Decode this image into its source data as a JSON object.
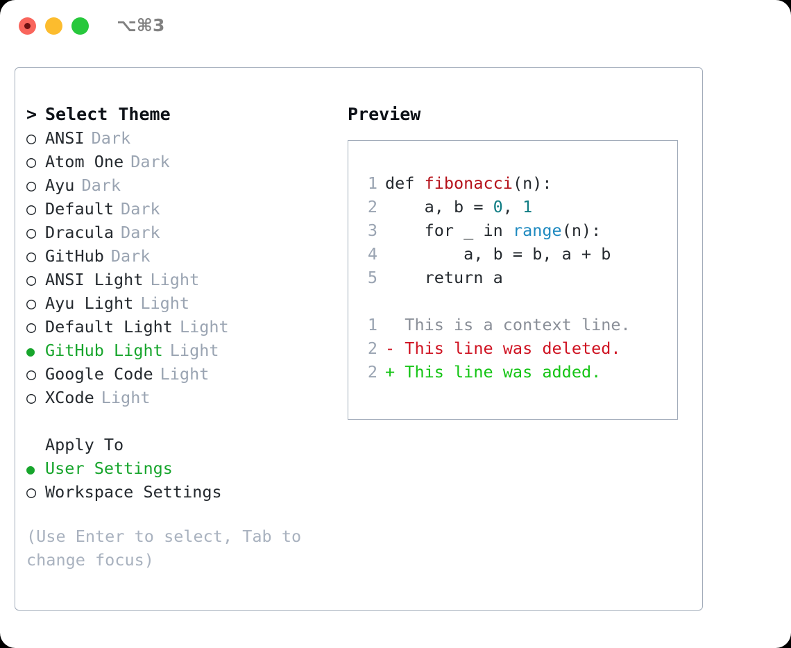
{
  "window": {
    "shortcut_label": "⌥⌘3",
    "traffic_lights": [
      {
        "name": "close",
        "color": "#f9655c"
      },
      {
        "name": "minimize",
        "color": "#fcbc2e"
      },
      {
        "name": "maximize",
        "color": "#27c83c"
      }
    ]
  },
  "theme_picker": {
    "header": {
      "marker": ">",
      "title": "Select Theme"
    },
    "items": [
      {
        "marker": "○",
        "name": "ANSI",
        "variant": "Dark",
        "selected": false
      },
      {
        "marker": "○",
        "name": "Atom One",
        "variant": "Dark",
        "selected": false
      },
      {
        "marker": "○",
        "name": "Ayu",
        "variant": "Dark",
        "selected": false
      },
      {
        "marker": "○",
        "name": "Default",
        "variant": "Dark",
        "selected": false
      },
      {
        "marker": "○",
        "name": "Dracula",
        "variant": "Dark",
        "selected": false
      },
      {
        "marker": "○",
        "name": "GitHub",
        "variant": "Dark",
        "selected": false
      },
      {
        "marker": "○",
        "name": "ANSI Light",
        "variant": "Light",
        "selected": false
      },
      {
        "marker": "○",
        "name": "Ayu Light",
        "variant": "Light",
        "selected": false
      },
      {
        "marker": "○",
        "name": "Default Light",
        "variant": "Light",
        "selected": false
      },
      {
        "marker": "●",
        "name": "GitHub Light",
        "variant": "Light",
        "selected": true
      },
      {
        "marker": "○",
        "name": "Google Code",
        "variant": "Light",
        "selected": false
      },
      {
        "marker": "○",
        "name": "XCode",
        "variant": "Light",
        "selected": false
      }
    ]
  },
  "apply_to": {
    "title": "Apply To",
    "options": [
      {
        "marker": "●",
        "label": "User Settings",
        "selected": true
      },
      {
        "marker": "○",
        "label": "Workspace Settings",
        "selected": false
      }
    ]
  },
  "hint": "(Use Enter to select, Tab to change focus)",
  "preview": {
    "title": "Preview",
    "code_lines": [
      {
        "no": "1",
        "segments": [
          {
            "text": "def ",
            "kind": "plain"
          },
          {
            "text": "fibonacci",
            "kind": "fn"
          },
          {
            "text": "(n):",
            "kind": "plain"
          }
        ]
      },
      {
        "no": "2",
        "segments": [
          {
            "text": "    a, b = ",
            "kind": "plain"
          },
          {
            "text": "0",
            "kind": "num"
          },
          {
            "text": ", ",
            "kind": "plain"
          },
          {
            "text": "1",
            "kind": "num"
          }
        ]
      },
      {
        "no": "3",
        "segments": [
          {
            "text": "    for _ in ",
            "kind": "plain"
          },
          {
            "text": "range",
            "kind": "builtin"
          },
          {
            "text": "(n):",
            "kind": "plain"
          }
        ]
      },
      {
        "no": "4",
        "segments": [
          {
            "text": "        a, b = b, a + b",
            "kind": "plain"
          }
        ]
      },
      {
        "no": "5",
        "segments": [
          {
            "text": "    return a",
            "kind": "plain"
          }
        ]
      }
    ],
    "diff_lines": [
      {
        "no": "1",
        "prefix": "  ",
        "text": "This is a context line.",
        "kind": "context"
      },
      {
        "no": "2",
        "prefix": "- ",
        "text": "This line was deleted.",
        "kind": "deleted"
      },
      {
        "no": "2",
        "prefix": "+ ",
        "text": "This line was added.",
        "kind": "added"
      }
    ]
  },
  "colors": {
    "selected_green": "#17a52c",
    "muted_gray": "#9aa4b2",
    "border": "#a2acba",
    "syntax_function": "#b5121b",
    "syntax_number": "#0f7c83",
    "syntax_builtin": "#1f8ac0",
    "diff_deleted": "#cf1322",
    "diff_added": "#14c414",
    "text": "#24292e"
  }
}
